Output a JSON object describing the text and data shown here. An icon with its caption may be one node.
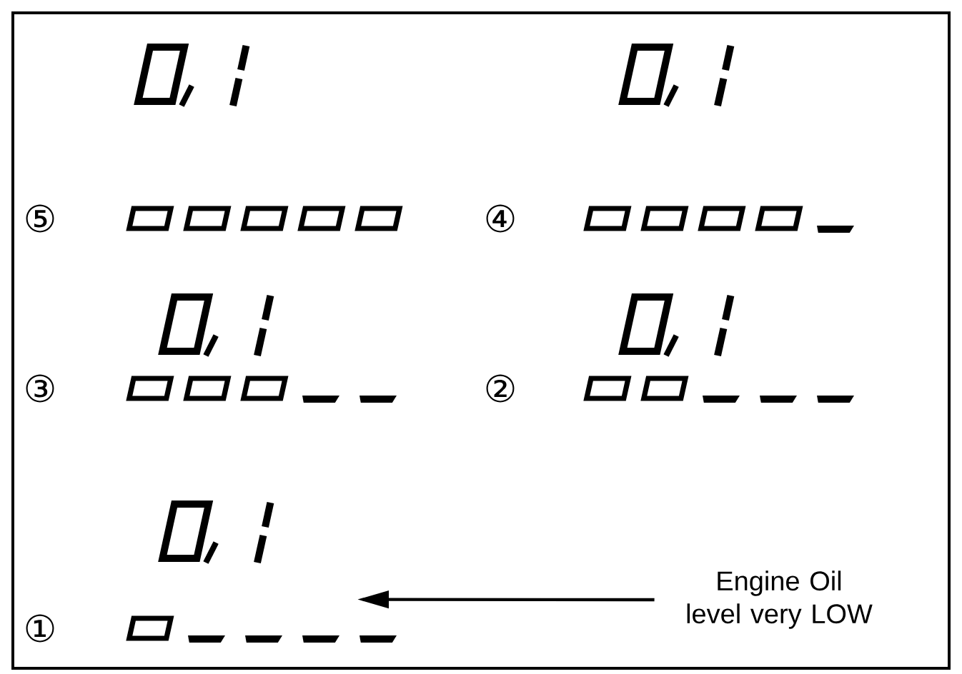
{
  "diagram": {
    "nodes": [
      {
        "text": [
          "Engine Oil level very LOW"
        ]
      },
      {
        "text": [],
        "shape": "bar"
      }
    ],
    "edges": [
      {
        "from": 0,
        "to": 1,
        "arrow": "to"
      }
    ],
    "labels": [
      "⑤",
      "④",
      "③",
      "②",
      "①"
    ]
  }
}
